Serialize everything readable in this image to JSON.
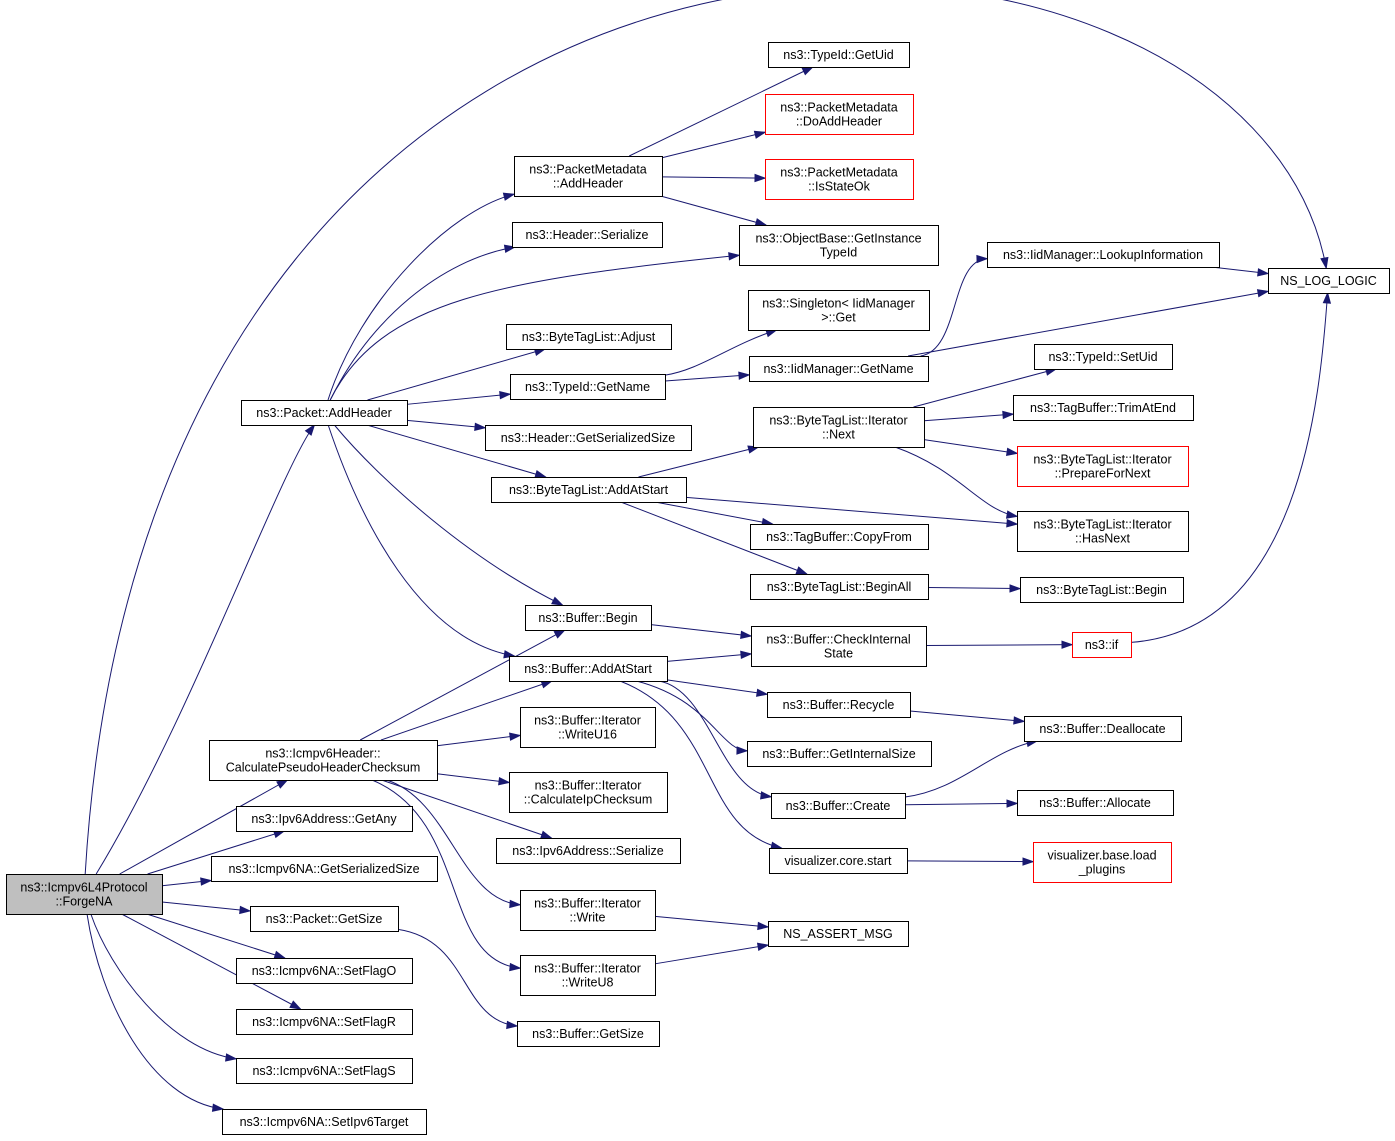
{
  "diagram": {
    "type": "call-graph",
    "colors": {
      "edge": "#191970",
      "root_fill": "#bfbfbf",
      "node_fill": "#ffffff",
      "node_border": "#000000",
      "truncated_border": "#ff0000"
    },
    "nodes": [
      {
        "id": "forge_na",
        "lines": [
          "ns3::Icmpv6L4Protocol",
          "::ForgeNA"
        ],
        "root": true
      },
      {
        "id": "ns_log_logic",
        "lines": [
          "NS_LOG_LOGIC"
        ]
      },
      {
        "id": "packet_addheader",
        "lines": [
          "ns3::Packet::AddHeader"
        ]
      },
      {
        "id": "calc_pseudo",
        "lines": [
          "ns3::Icmpv6Header::",
          "CalculatePseudoHeaderChecksum"
        ]
      },
      {
        "id": "ipv6_getany",
        "lines": [
          "ns3::Ipv6Address::GetAny"
        ]
      },
      {
        "id": "na_getsersize",
        "lines": [
          "ns3::Icmpv6NA::GetSerializedSize"
        ]
      },
      {
        "id": "packet_getsize",
        "lines": [
          "ns3::Packet::GetSize"
        ]
      },
      {
        "id": "setflago",
        "lines": [
          "ns3::Icmpv6NA::SetFlagO"
        ]
      },
      {
        "id": "setflagr",
        "lines": [
          "ns3::Icmpv6NA::SetFlagR"
        ]
      },
      {
        "id": "setflags",
        "lines": [
          "ns3::Icmpv6NA::SetFlagS"
        ]
      },
      {
        "id": "setipv6target",
        "lines": [
          "ns3::Icmpv6NA::SetIpv6Target"
        ]
      },
      {
        "id": "pm_addheader",
        "lines": [
          "ns3::PacketMetadata",
          "::AddHeader"
        ]
      },
      {
        "id": "header_serialize",
        "lines": [
          "ns3::Header::Serialize"
        ]
      },
      {
        "id": "objectbase_gitid",
        "lines": [
          "ns3::ObjectBase::GetInstance",
          "TypeId"
        ]
      },
      {
        "id": "btl_adjust",
        "lines": [
          "ns3::ByteTagList::Adjust"
        ]
      },
      {
        "id": "typeid_getname",
        "lines": [
          "ns3::TypeId::GetName"
        ]
      },
      {
        "id": "header_getsersize",
        "lines": [
          "ns3::Header::GetSerializedSize"
        ]
      },
      {
        "id": "btl_addatstart",
        "lines": [
          "ns3::ByteTagList::AddAtStart"
        ]
      },
      {
        "id": "buffer_begin",
        "lines": [
          "ns3::Buffer::Begin"
        ]
      },
      {
        "id": "buffer_addatstart",
        "lines": [
          "ns3::Buffer::AddAtStart"
        ]
      },
      {
        "id": "typeid_getuid",
        "lines": [
          "ns3::TypeId::GetUid"
        ]
      },
      {
        "id": "pm_doaddheader",
        "lines": [
          "ns3::PacketMetadata",
          "::DoAddHeader"
        ],
        "truncated": true
      },
      {
        "id": "pm_isstateok",
        "lines": [
          "ns3::PacketMetadata",
          "::IsStateOk"
        ],
        "truncated": true
      },
      {
        "id": "singleton_get",
        "lines": [
          "ns3::Singleton< IidManager",
          ">::Get"
        ]
      },
      {
        "id": "iid_getname",
        "lines": [
          "ns3::IidManager::GetName"
        ]
      },
      {
        "id": "iid_lookup",
        "lines": [
          "ns3::IidManager::LookupInformation"
        ]
      },
      {
        "id": "btl_it_next",
        "lines": [
          "ns3::ByteTagList::Iterator",
          "::Next"
        ]
      },
      {
        "id": "typeid_setuid",
        "lines": [
          "ns3::TypeId::SetUid"
        ]
      },
      {
        "id": "tagbuf_trim",
        "lines": [
          "ns3::TagBuffer::TrimAtEnd"
        ]
      },
      {
        "id": "btl_it_prepare",
        "lines": [
          "ns3::ByteTagList::Iterator",
          "::PrepareForNext"
        ],
        "truncated": true
      },
      {
        "id": "btl_it_hasnext",
        "lines": [
          "ns3::ByteTagList::Iterator",
          "::HasNext"
        ]
      },
      {
        "id": "tagbuf_copyfrom",
        "lines": [
          "ns3::TagBuffer::CopyFrom"
        ]
      },
      {
        "id": "btl_beginall",
        "lines": [
          "ns3::ByteTagList::BeginAll"
        ]
      },
      {
        "id": "btl_begin",
        "lines": [
          "ns3::ByteTagList::Begin"
        ]
      },
      {
        "id": "buffer_checkinternal",
        "lines": [
          "ns3::Buffer::CheckInternal",
          "State"
        ]
      },
      {
        "id": "ns3_if",
        "lines": [
          "ns3::if"
        ],
        "truncated": true
      },
      {
        "id": "bit_writeu16",
        "lines": [
          "ns3::Buffer::Iterator",
          "::WriteU16"
        ]
      },
      {
        "id": "bit_calcip",
        "lines": [
          "ns3::Buffer::Iterator",
          "::CalculateIpChecksum"
        ]
      },
      {
        "id": "ipv6_serialize",
        "lines": [
          "ns3::Ipv6Address::Serialize"
        ]
      },
      {
        "id": "bit_write",
        "lines": [
          "ns3::Buffer::Iterator",
          "::Write"
        ]
      },
      {
        "id": "bit_writeu8",
        "lines": [
          "ns3::Buffer::Iterator",
          "::WriteU8"
        ]
      },
      {
        "id": "buffer_getsize",
        "lines": [
          "ns3::Buffer::GetSize"
        ]
      },
      {
        "id": "buffer_recycle",
        "lines": [
          "ns3::Buffer::Recycle"
        ]
      },
      {
        "id": "buffer_getinternalsize",
        "lines": [
          "ns3::Buffer::GetInternalSize"
        ]
      },
      {
        "id": "buffer_create",
        "lines": [
          "ns3::Buffer::Create"
        ]
      },
      {
        "id": "vis_core_start",
        "lines": [
          "visualizer.core.start"
        ]
      },
      {
        "id": "ns_assert_msg",
        "lines": [
          "NS_ASSERT_MSG"
        ]
      },
      {
        "id": "buffer_deallocate",
        "lines": [
          "ns3::Buffer::Deallocate"
        ]
      },
      {
        "id": "buffer_allocate",
        "lines": [
          "ns3::Buffer::Allocate"
        ]
      },
      {
        "id": "vis_base_load",
        "lines": [
          "visualizer.base.load",
          "_plugins"
        ],
        "truncated": true
      }
    ],
    "edges": [
      [
        "forge_na",
        "ns_log_logic"
      ],
      [
        "forge_na",
        "packet_addheader"
      ],
      [
        "forge_na",
        "calc_pseudo"
      ],
      [
        "forge_na",
        "ipv6_getany"
      ],
      [
        "forge_na",
        "na_getsersize"
      ],
      [
        "forge_na",
        "packet_getsize"
      ],
      [
        "forge_na",
        "setflago"
      ],
      [
        "forge_na",
        "setflagr"
      ],
      [
        "forge_na",
        "setflags"
      ],
      [
        "forge_na",
        "setipv6target"
      ],
      [
        "packet_addheader",
        "pm_addheader"
      ],
      [
        "packet_addheader",
        "header_serialize"
      ],
      [
        "packet_addheader",
        "objectbase_gitid"
      ],
      [
        "packet_addheader",
        "btl_adjust"
      ],
      [
        "packet_addheader",
        "typeid_getname"
      ],
      [
        "packet_addheader",
        "header_getsersize"
      ],
      [
        "packet_addheader",
        "btl_addatstart"
      ],
      [
        "packet_addheader",
        "buffer_begin"
      ],
      [
        "packet_addheader",
        "buffer_addatstart"
      ],
      [
        "pm_addheader",
        "typeid_getuid"
      ],
      [
        "pm_addheader",
        "pm_doaddheader"
      ],
      [
        "pm_addheader",
        "pm_isstateok"
      ],
      [
        "pm_addheader",
        "objectbase_gitid"
      ],
      [
        "typeid_getname",
        "singleton_get"
      ],
      [
        "typeid_getname",
        "iid_getname"
      ],
      [
        "iid_getname",
        "iid_lookup"
      ],
      [
        "iid_getname",
        "ns_log_logic"
      ],
      [
        "iid_lookup",
        "ns_log_logic"
      ],
      [
        "btl_addatstart",
        "btl_it_next"
      ],
      [
        "btl_addatstart",
        "btl_it_hasnext"
      ],
      [
        "btl_addatstart",
        "tagbuf_copyfrom"
      ],
      [
        "btl_addatstart",
        "btl_beginall"
      ],
      [
        "btl_it_next",
        "typeid_setuid"
      ],
      [
        "btl_it_next",
        "tagbuf_trim"
      ],
      [
        "btl_it_next",
        "btl_it_prepare"
      ],
      [
        "btl_it_next",
        "btl_it_hasnext"
      ],
      [
        "btl_beginall",
        "btl_begin"
      ],
      [
        "buffer_begin",
        "buffer_checkinternal"
      ],
      [
        "buffer_addatstart",
        "buffer_checkinternal"
      ],
      [
        "buffer_addatstart",
        "buffer_recycle"
      ],
      [
        "buffer_addatstart",
        "buffer_getinternalsize"
      ],
      [
        "buffer_addatstart",
        "buffer_create"
      ],
      [
        "buffer_addatstart",
        "vis_core_start"
      ],
      [
        "buffer_checkinternal",
        "ns3_if"
      ],
      [
        "ns3_if",
        "ns_log_logic"
      ],
      [
        "buffer_recycle",
        "buffer_deallocate"
      ],
      [
        "buffer_create",
        "buffer_deallocate"
      ],
      [
        "buffer_create",
        "buffer_allocate"
      ],
      [
        "vis_core_start",
        "vis_base_load"
      ],
      [
        "calc_pseudo",
        "buffer_begin"
      ],
      [
        "calc_pseudo",
        "buffer_addatstart"
      ],
      [
        "calc_pseudo",
        "bit_writeu16"
      ],
      [
        "calc_pseudo",
        "bit_calcip"
      ],
      [
        "calc_pseudo",
        "ipv6_serialize"
      ],
      [
        "calc_pseudo",
        "bit_write"
      ],
      [
        "calc_pseudo",
        "bit_writeu8"
      ],
      [
        "bit_write",
        "ns_assert_msg"
      ],
      [
        "bit_writeu8",
        "ns_assert_msg"
      ],
      [
        "packet_getsize",
        "buffer_getsize"
      ]
    ]
  }
}
